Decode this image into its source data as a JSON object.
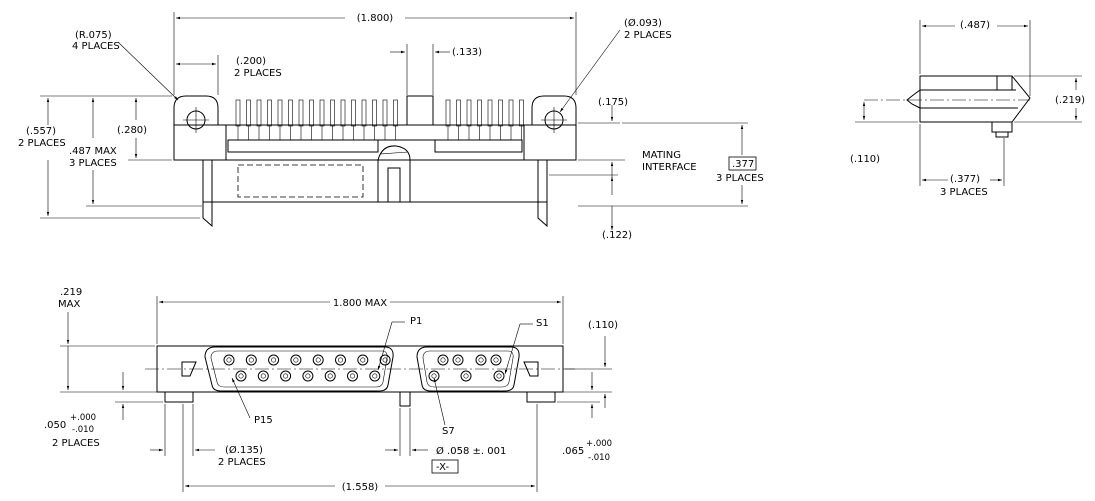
{
  "top_view": {
    "overall_width": "(1.800)",
    "corner_radius": "(R.075)",
    "corner_radius_qty": "4 PLACES",
    "mount_hole_dia": "(Ø.093)",
    "mount_hole_qty": "2 PLACES",
    "flange_width": "(.200)",
    "flange_width_qty": "2 PLACES",
    "slot_width": "(.133)",
    "height_557": "(.557)",
    "height_557_qty": "2 PLACES",
    "height_280": "(.280)",
    "height_487": ".487 MAX",
    "height_487_qty": "3 PLACES",
    "height_175": "(.175)",
    "mating_1": "MATING",
    "mating_2": "INTERFACE",
    "height_377": ".377",
    "height_377_qty": "3 PLACES",
    "height_122": "(.122)"
  },
  "side_view": {
    "depth_487": "(.487)",
    "height_219": "(.219)",
    "height_110": "(.110)",
    "depth_377": "(.377)",
    "depth_377_qty": "3 PLACES"
  },
  "front_view": {
    "height_219": ".219",
    "height_219_max": "MAX",
    "overall_width": "1.800 MAX",
    "p1": "P1",
    "s1": "S1",
    "height_110": "(.110)",
    "p15": "P15",
    "s7": "S7",
    "tol_050_base": ".050",
    "tol_050_plus": "+.000",
    "tol_050_minus": "-.010",
    "tol_050_qty": "2 PLACES",
    "boss_dia": "(Ø.135)",
    "boss_qty": "2 PLACES",
    "pin_dia": "Ø .058 ±. 001",
    "datum": "-X-",
    "tol_065_base": ".065",
    "tol_065_plus": "+.000",
    "tol_065_minus": "-.010",
    "pitch": "(1.558)"
  }
}
